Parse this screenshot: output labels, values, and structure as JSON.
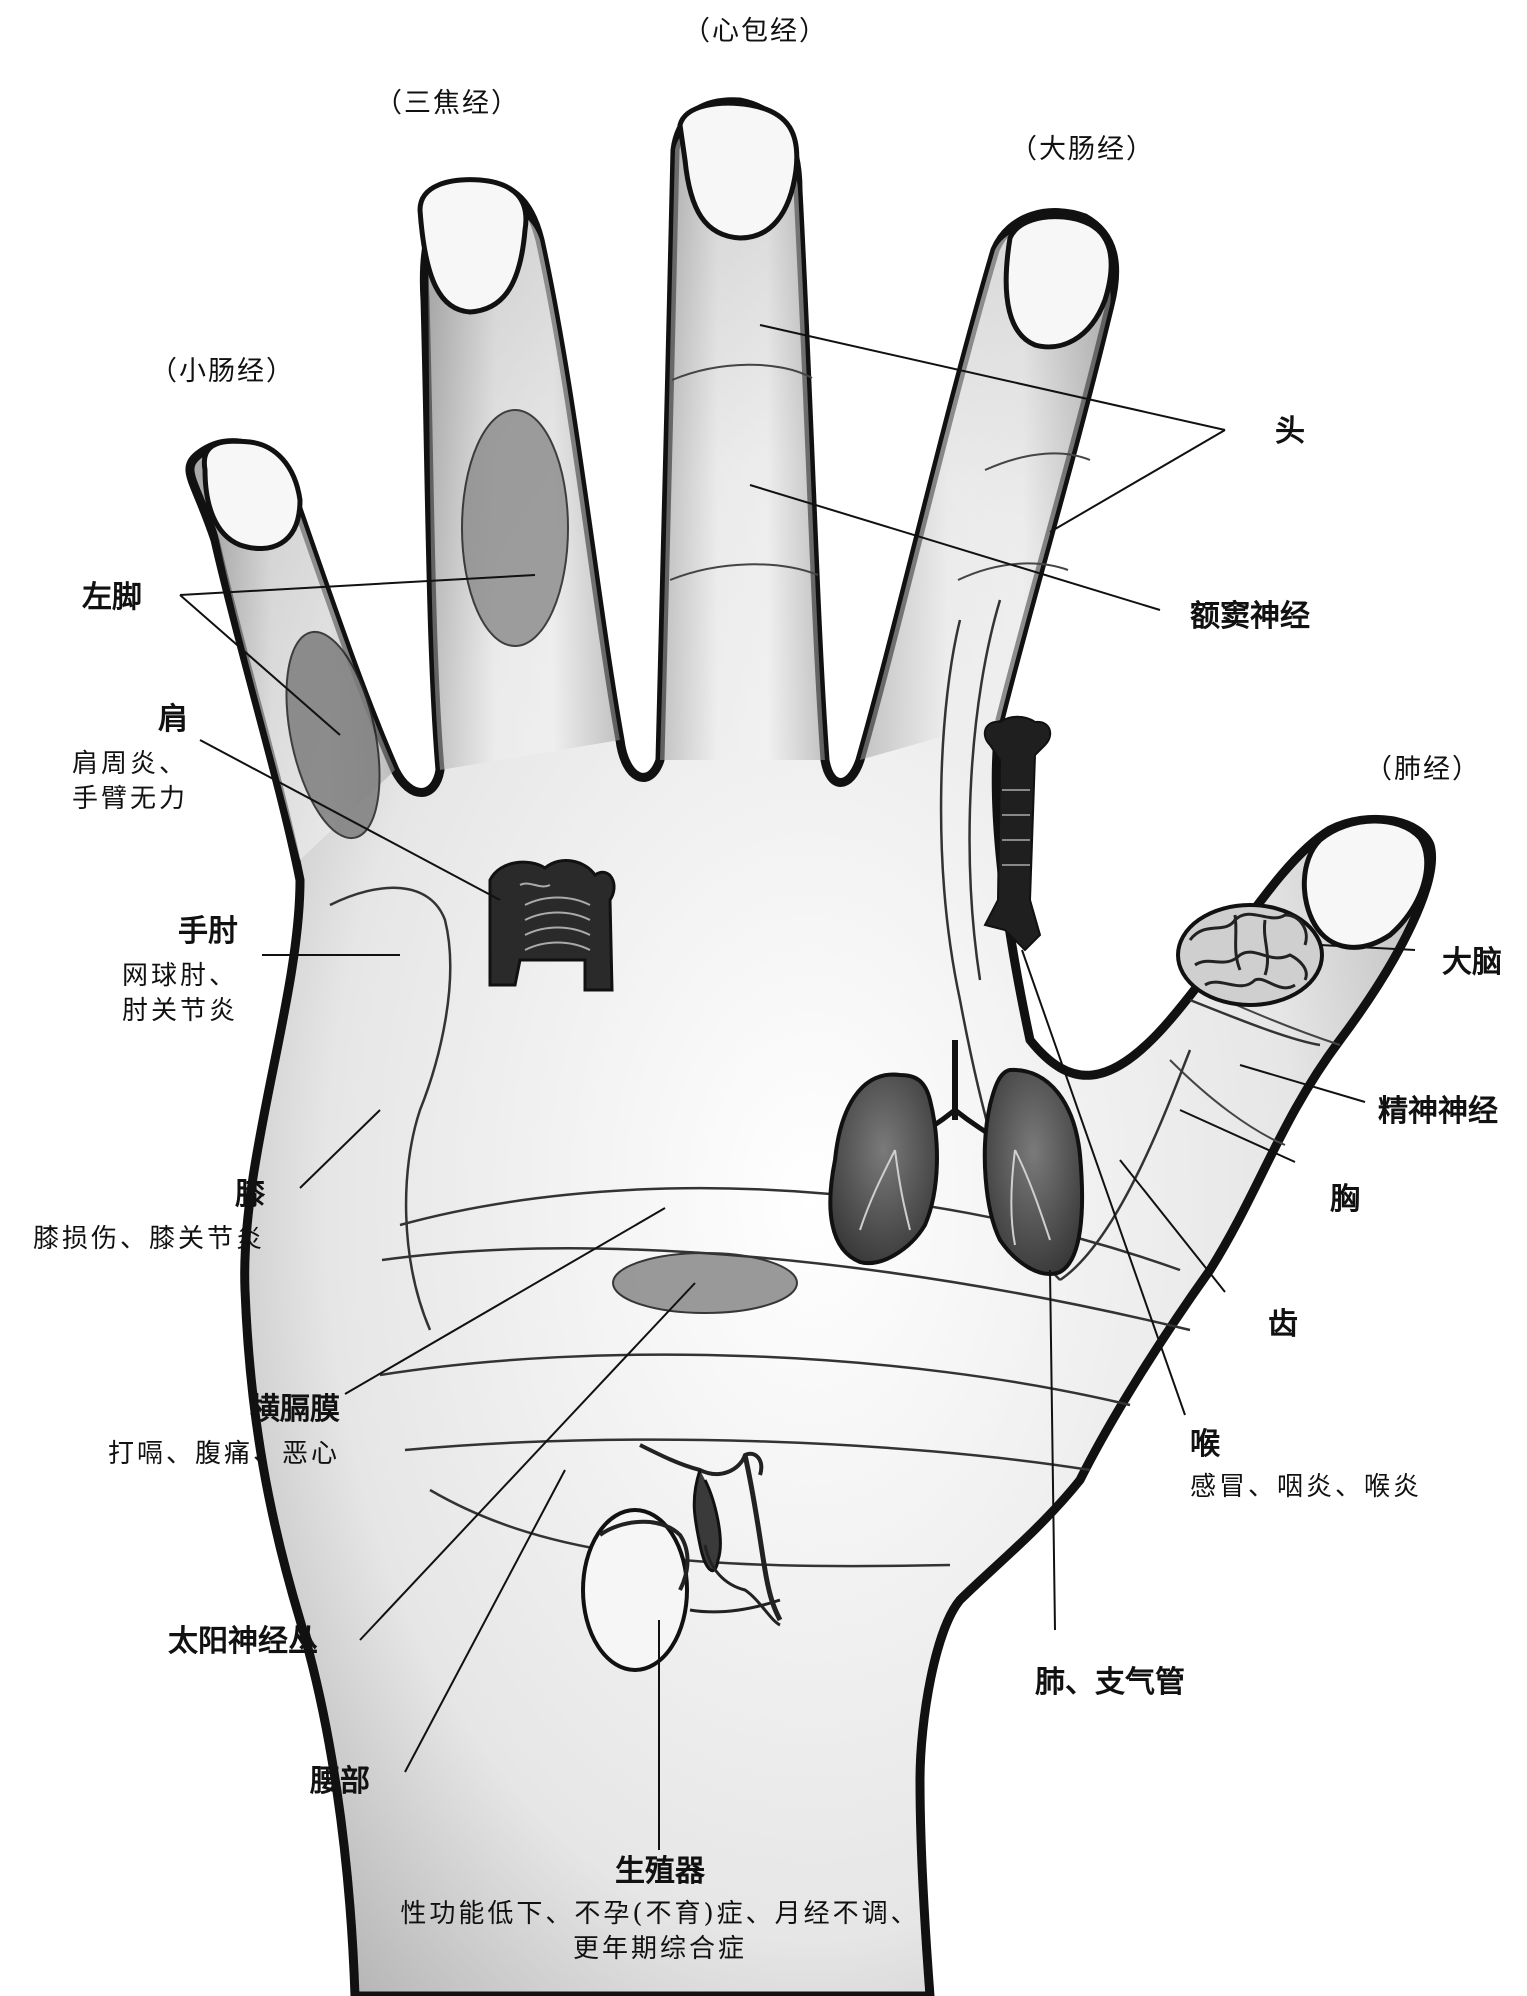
{
  "meridians": {
    "pericardium": "（心包经）",
    "triple_burner": "（三焦经）",
    "large_intestine": "（大肠经）",
    "small_intestine": "（小肠经）",
    "lung": "（肺经）"
  },
  "zones": {
    "head": {
      "title": "头"
    },
    "sinus": {
      "title": "额窦神经"
    },
    "left_foot": {
      "title": "左脚"
    },
    "shoulder": {
      "title": "肩",
      "lines": [
        "肩周炎、",
        "手臂无力"
      ]
    },
    "elbow": {
      "title": "手肘",
      "lines": [
        "网球肘、",
        "肘关节炎"
      ]
    },
    "knee": {
      "title": "膝",
      "lines": [
        "膝损伤、膝关节炎"
      ]
    },
    "brain": {
      "title": "大脑"
    },
    "mental_nerve": {
      "title": "精神神经"
    },
    "chest": {
      "title": "胸"
    },
    "teeth": {
      "title": "齿"
    },
    "diaphragm": {
      "title": "横膈膜",
      "lines": [
        "打嗝、腹痛、恶心"
      ]
    },
    "throat": {
      "title": "喉",
      "lines": [
        "感冒、咽炎、喉炎"
      ]
    },
    "solar_plexus": {
      "title": "太阳神经丛"
    },
    "lung_bronchi": {
      "title": "肺、支气管"
    },
    "waist": {
      "title": "腰部"
    },
    "genital": {
      "title": "生殖器",
      "lines": [
        "性功能低下、不孕(不育)症、月经不调、",
        "更年期综合症"
      ]
    }
  },
  "colors": {
    "outline": "#111111",
    "skin_light": "#f4f4f4",
    "skin_shadow": "#bdbdbd",
    "zone_fill": "#8f8f8f",
    "nail": "#f7f7f7"
  }
}
